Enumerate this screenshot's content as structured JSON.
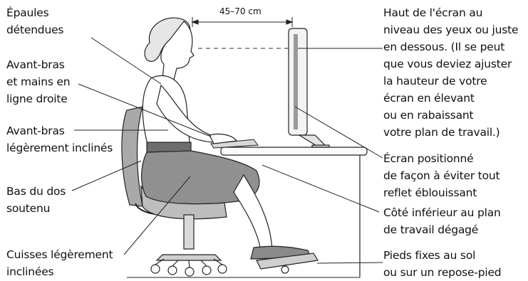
{
  "distance_label": "45–70 cm",
  "labels": {
    "shoulders": [
      "Épaules",
      "détendues"
    ],
    "forearms_straight": [
      "Avant-bras",
      "et mains en",
      "ligne droite"
    ],
    "forearms_inclined": [
      "Avant-bras",
      "légèrement inclinés"
    ],
    "lower_back": [
      "Bas du dos",
      "soutenu"
    ],
    "thighs": [
      "Cuisses légèrement",
      "inclinées"
    ],
    "screen_height": [
      "Haut de l'écran au",
      "niveau des yeux ou juste",
      "en dessous. (Il se peut",
      "que vous deviez ajuster",
      "la hauteur de votre",
      "écran en élevant",
      "ou en rabaissant",
      "votre plan de travail.)"
    ],
    "screen_glare": [
      "Écran positionné",
      "de façon à éviter tout",
      "reflet éblouissant"
    ],
    "desk_clearance": [
      "Côté inférieur au plan",
      "de travail dégagé"
    ],
    "feet": [
      "Pieds fixes au sol",
      "ou sur un repose-pied"
    ]
  }
}
